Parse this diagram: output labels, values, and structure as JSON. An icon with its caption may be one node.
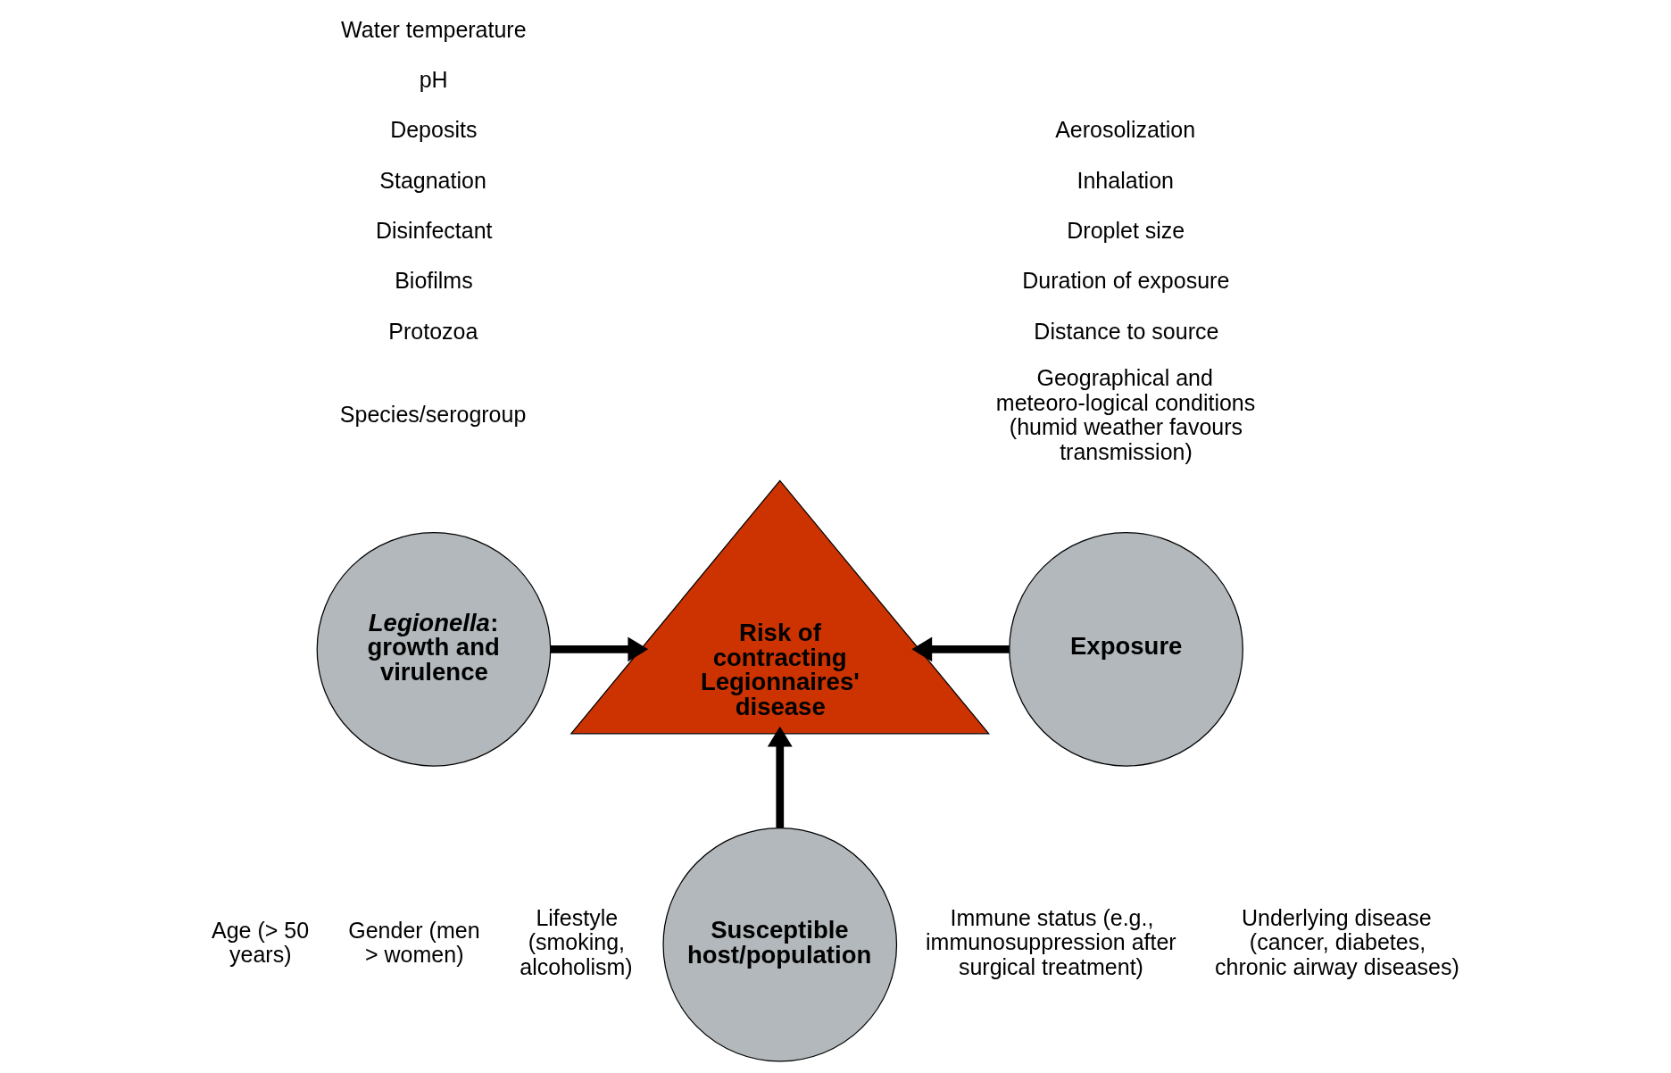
{
  "diagram": {
    "nodes": [
      {
        "text": [
          "Risk of contracting Legionnaires' disease"
        ]
      },
      {
        "text": [
          "*Legionella*: growth and virulence"
        ]
      },
      {
        "text": [
          "Exposure"
        ]
      },
      {
        "text": [
          "Susceptible host/population"
        ]
      }
    ],
    "edges": [
      {
        "from": 1,
        "to": 0,
        "arrow": "to"
      },
      {
        "from": 2,
        "to": 0,
        "arrow": "to"
      },
      {
        "from": 3,
        "to": 0,
        "arrow": "to"
      }
    ],
    "labels": [
      "Water temperature",
      "pH",
      "Deposits",
      "Stagnation",
      "Disinfectant",
      "Biofilms",
      "Protozoa",
      "Species/serogroup",
      "Aerosolization",
      "Inhalation",
      "Droplet size",
      "Duration of exposure",
      "Distance to source",
      "Geographical and meteoro-logical conditions (humid weather favours transmission)",
      "Age (> 50 years)",
      "Gender (men > women)",
      "Lifestyle (smoking, alcoholism)",
      "Immune status (e.g., immunosuppression after surgical treatment)",
      "Underlying disease (cancer, diabetes, chronic airway diseases)"
    ]
  }
}
